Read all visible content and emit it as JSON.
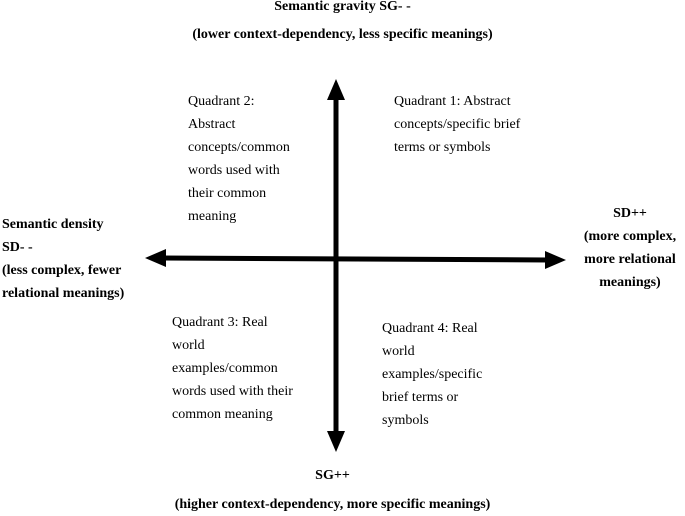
{
  "top_label": {
    "title": "Semantic gravity SG- -",
    "subtitle": "(lower context-dependency, less specific meanings)"
  },
  "bottom_label": {
    "title": "SG++",
    "subtitle": "(higher context-dependency, more specific meanings)"
  },
  "left_label": {
    "lines": [
      "Semantic density",
      "SD- -",
      "(less complex, fewer",
      "relational meanings)"
    ]
  },
  "right_label": {
    "lines": [
      "SD++",
      "(more complex,",
      "more relational",
      "meanings)"
    ]
  },
  "quadrants": [
    {
      "lines": [
        "Quadrant 1: Abstract",
        "concepts/specific brief",
        "terms or symbols"
      ]
    },
    {
      "lines": [
        "Quadrant 2:",
        "Abstract",
        "concepts/common",
        "words used with",
        "their common",
        "meaning"
      ]
    },
    {
      "lines": [
        "Quadrant 3: Real",
        "world",
        "examples/common",
        "words used with their",
        "common meaning"
      ]
    },
    {
      "lines": [
        "Quadrant 4: Real",
        "world",
        "examples/specific",
        "brief terms or",
        "symbols"
      ]
    }
  ]
}
